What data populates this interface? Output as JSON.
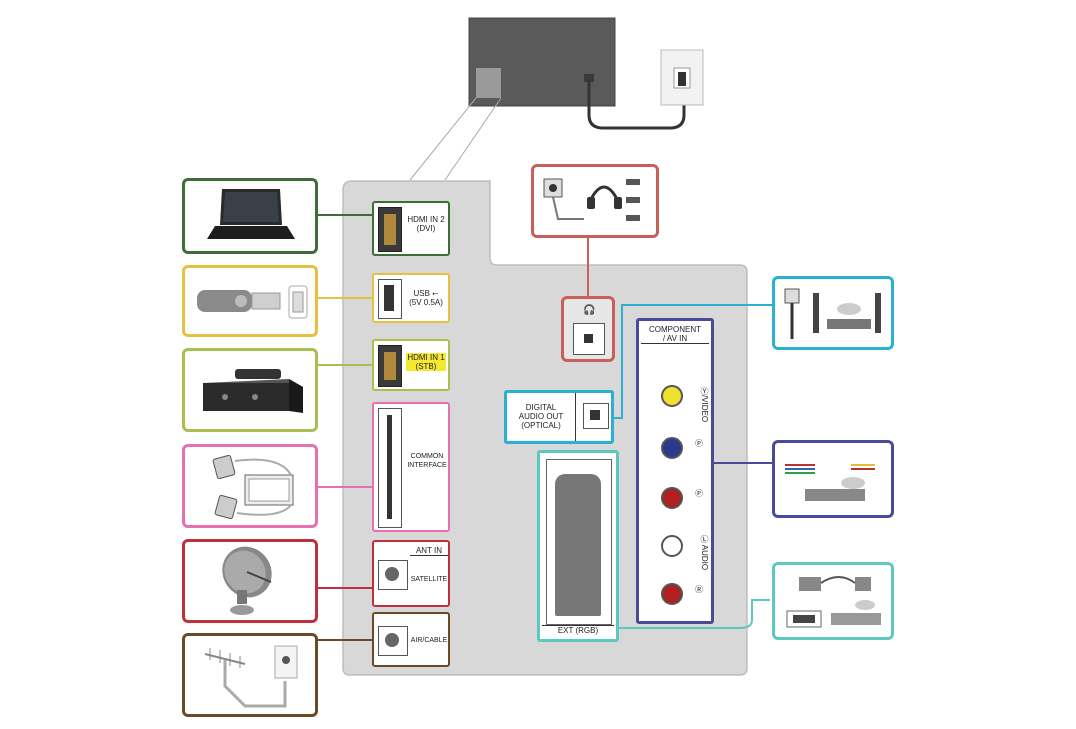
{
  "ports": {
    "hdmi2": "HDMI IN 2\n(DVI)",
    "usb": "USB ⭠\n(5V 0.5A)",
    "hdmi1": "HDMI IN 1\n(STB)",
    "common_interface": "COMMON\nINTERFACE",
    "ant_in": "ANT IN",
    "satellite": "SATELLITE",
    "air_cable": "AIR/CABLE",
    "digital_audio_out": "DIGITAL\nAUDIO OUT\n(OPTICAL)",
    "component_av_in": "COMPONENT\n/ AV IN",
    "ext_rgb": "EXT (RGB)",
    "video": "Ⓨ/VIDEO",
    "pb": "Ⓟ",
    "pr": "Ⓟ",
    "audio_l": "Ⓛ AUDIO",
    "audio_r": "Ⓡ"
  },
  "colors": {
    "laptop": "#3c6e35",
    "usb": "#e8c040",
    "stb": "#a8c050",
    "ci": "#e670b0",
    "satellite": "#c0303a",
    "antenna": "#6a4a28",
    "headphone": "#c8605a",
    "optical": "#2ab0d0",
    "component": "#4a4a98",
    "scart": "#5cc8c0",
    "panel": "#d8d8d8"
  },
  "icons": [
    "laptop-icon",
    "usb-stick-icon",
    "set-top-box-icon",
    "ci-card-icon",
    "satellite-dish-icon",
    "antenna-icon",
    "headphone-icon",
    "home-theater-icon",
    "dvd-player-icon",
    "scart-device-icon",
    "tv-back-icon",
    "power-outlet-icon"
  ]
}
